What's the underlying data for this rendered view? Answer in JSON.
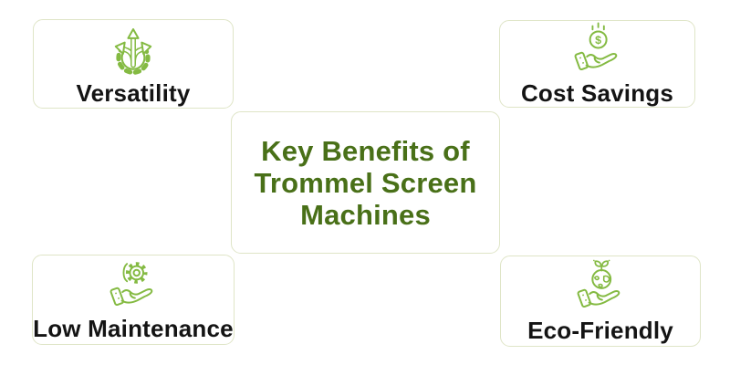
{
  "colors": {
    "background": "#ffffff",
    "card_border": "#dfe5c7",
    "icon_green": "#84ba42",
    "title_green": "#497018",
    "label_text": "#141414"
  },
  "center_card": {
    "title_lines": [
      "Key Benefits of",
      "Trommel Screen",
      "Machines"
    ],
    "title": "Key Benefits of Trommel Screen Machines"
  },
  "cards": [
    {
      "label": "Versatility",
      "icon": "gear-arrows-icon",
      "position": "top-left"
    },
    {
      "label": "Cost Savings",
      "icon": "hand-coin-dollar-icon",
      "position": "top-right"
    },
    {
      "label": "Low Maintenance",
      "icon": "hand-gear-icon",
      "position": "bottom-left"
    },
    {
      "label": "Eco-Friendly",
      "icon": "hand-globe-sprout-icon",
      "position": "bottom-right"
    }
  ]
}
